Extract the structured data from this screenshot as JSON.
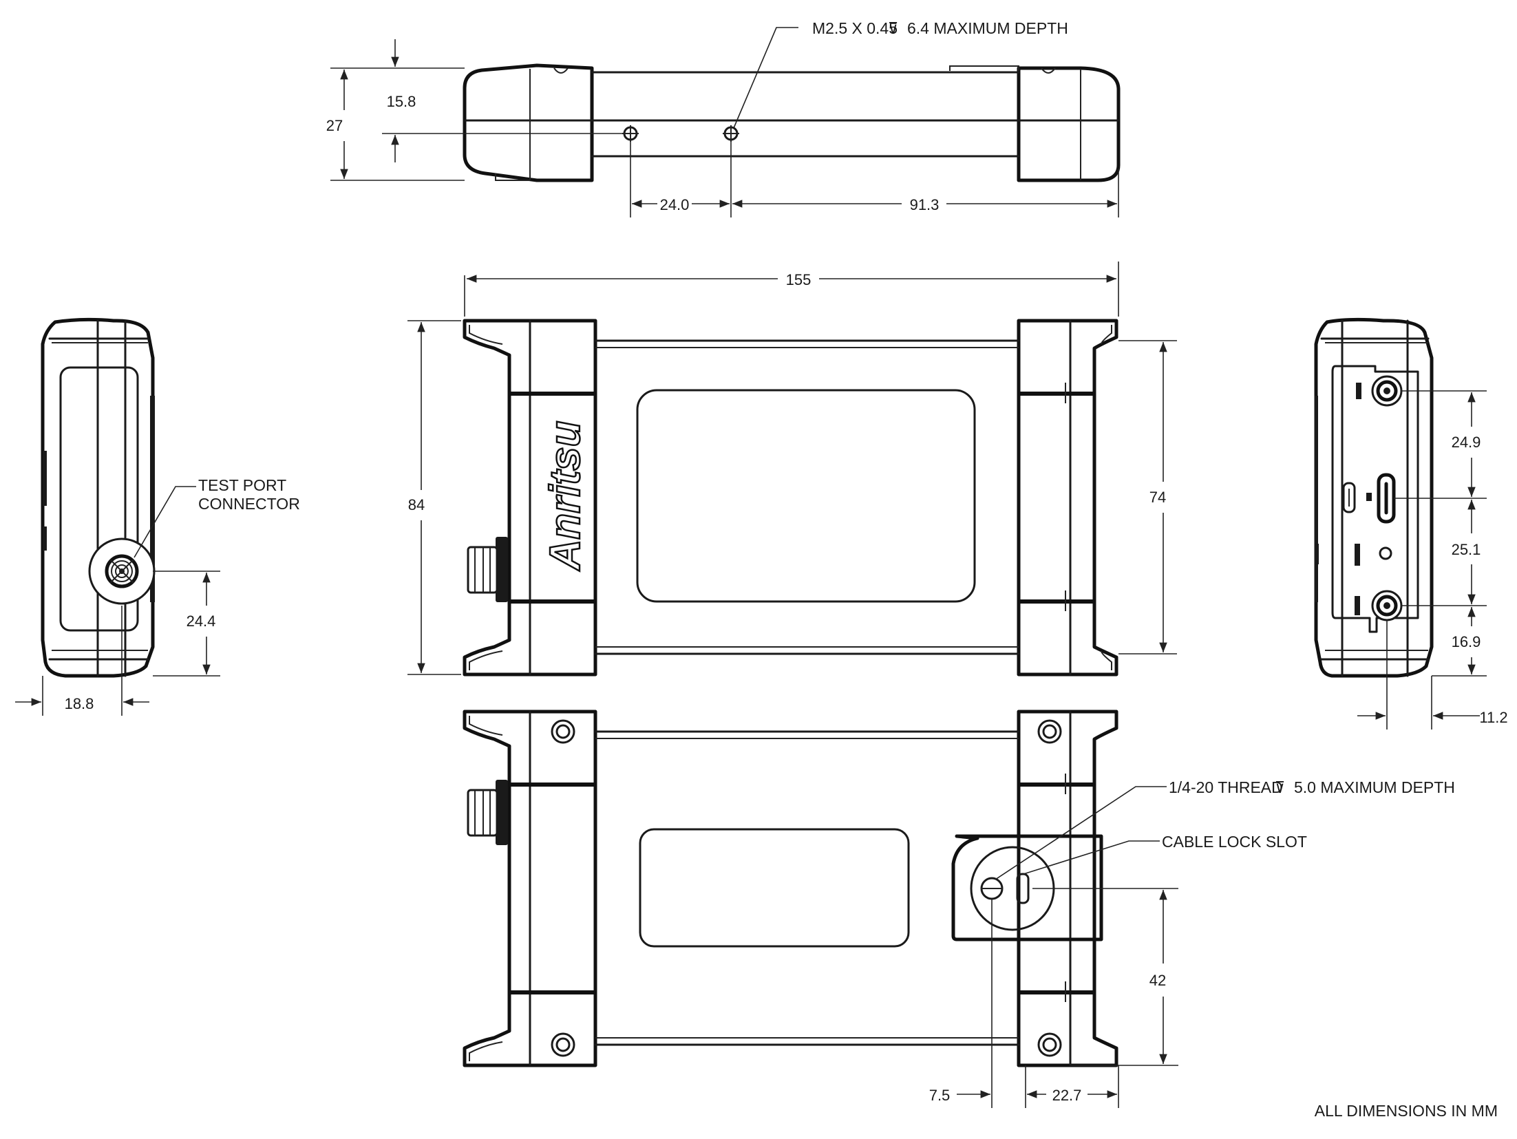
{
  "brand": "Anritsu",
  "callouts": {
    "m25_hole": "M2.5 X 0.45",
    "m25_depth": "6.4 MAXIMUM DEPTH",
    "test_port_line1": "TEST PORT",
    "test_port_line2": "CONNECTOR",
    "thread": "1/4-20 THREAD",
    "thread_depth": "5.0 MAXIMUM DEPTH",
    "cable_lock": "CABLE LOCK SLOT",
    "depth_symbol": "⊽"
  },
  "dimensions": {
    "top_15_8": "15.8",
    "top_27": "27",
    "top_24_0": "24.0",
    "top_91_3": "91.3",
    "width_155": "155",
    "height_84": "84",
    "height_74": "74",
    "left_24_4": "24.4",
    "left_18_8": "18.8",
    "right_24_9": "24.9",
    "right_25_1": "25.1",
    "right_16_9": "16.9",
    "right_11_2": "11.2",
    "bottom_42": "42",
    "bottom_7_5": "7.5",
    "bottom_22_7": "22.7"
  },
  "footer": "ALL DIMENSIONS IN MM"
}
